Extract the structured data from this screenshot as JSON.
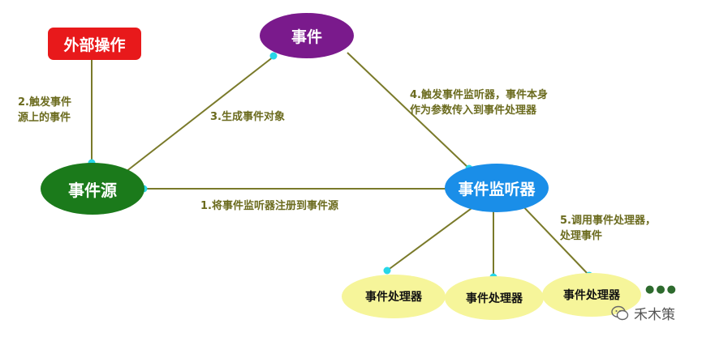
{
  "nodes": {
    "external_op": "外部操作",
    "event": "事件",
    "event_source": "事件源",
    "listener": "事件监听器",
    "handler_1": "事件处理器",
    "handler_2": "事件处理器",
    "handler_3": "事件处理器"
  },
  "labels": {
    "trigger_source_1": "2.触发事件",
    "trigger_source_2": "源上的事件",
    "create_event": "3.生成事件对象",
    "trigger_listener_1": "4.触发事件监听器，事件本身",
    "trigger_listener_2": "作为参数传入到事件处理器",
    "register": "1.将事件监听器注册到事件源",
    "call_handler_1": "5.调用事件处理器，",
    "call_handler_2": "处理事件"
  },
  "ellipsis": "●●●",
  "watermark": "禾木策",
  "colors": {
    "external_op": "#e8191b",
    "event": "#7a1a8c",
    "event_source": "#1b7a1b",
    "listener": "#1a8ee8",
    "handler": "#f6f59a",
    "edge": "#7a7a2a",
    "dot": "#27d7e8"
  }
}
